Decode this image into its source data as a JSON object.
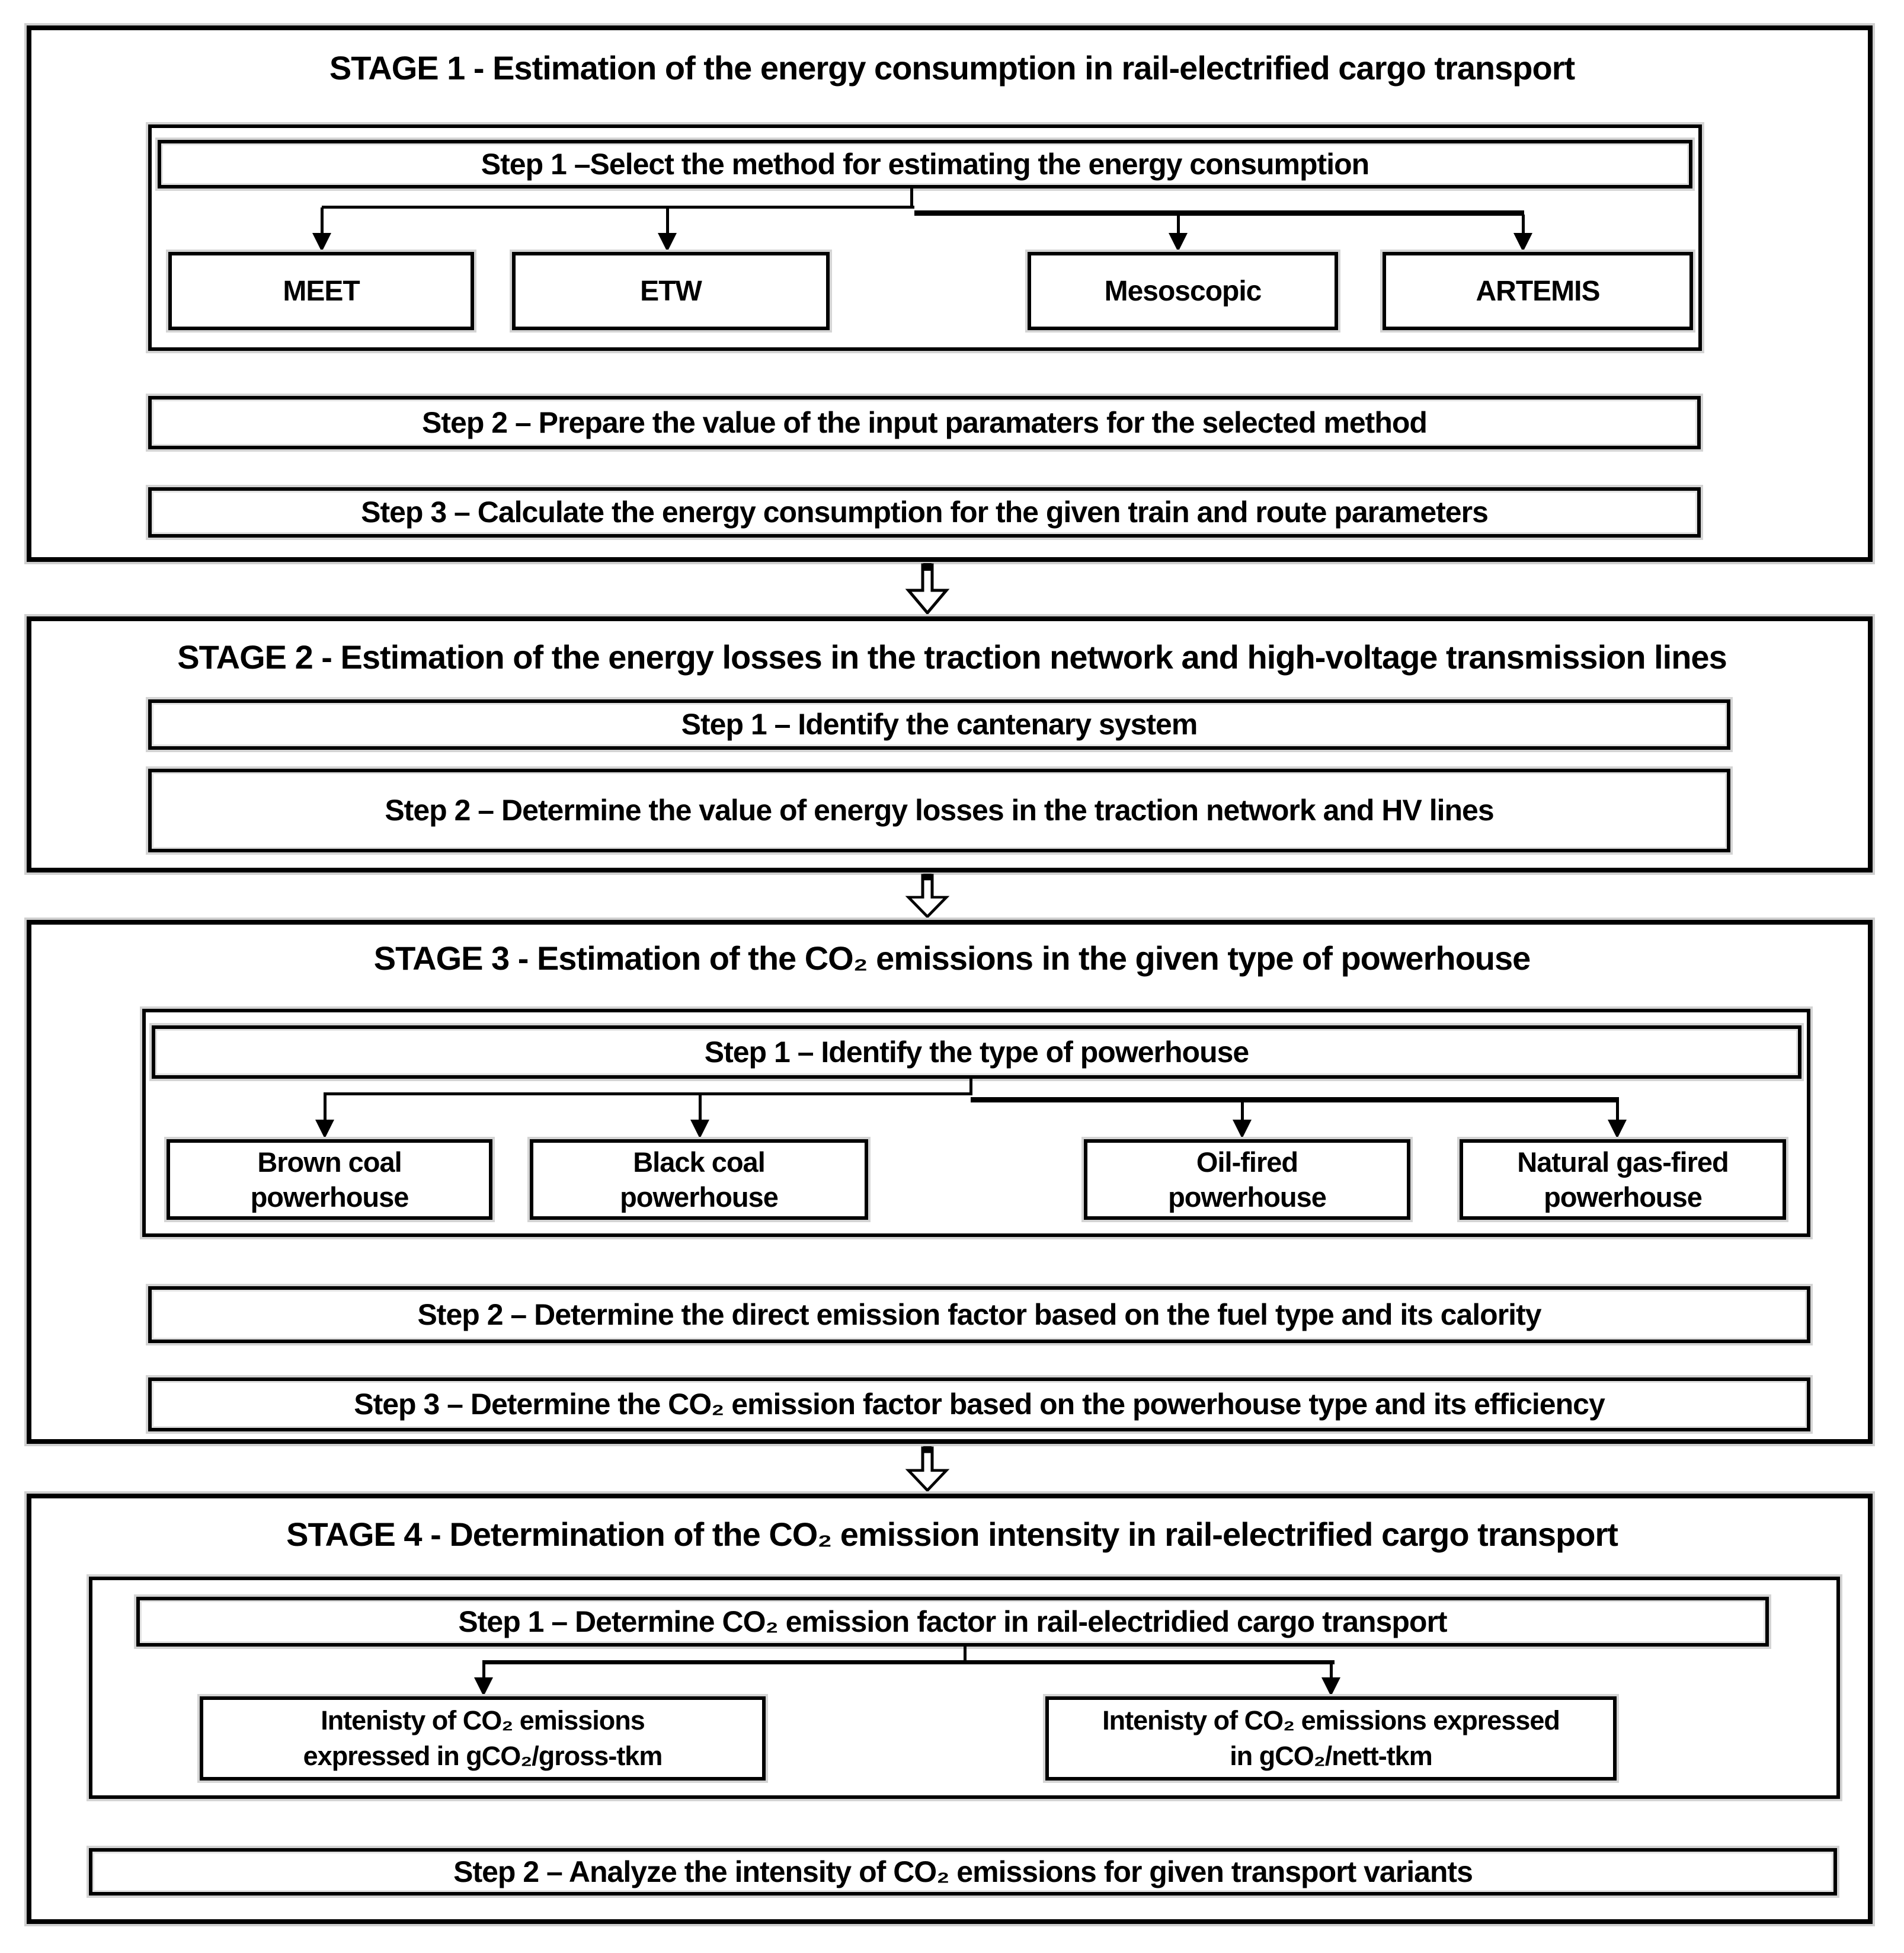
{
  "diagram": {
    "stage1": {
      "title": "STAGE 1 - Estimation of the energy consumption in rail-electrified cargo transport",
      "step1": "Step 1 –Select the method for estimating the energy consumption",
      "methods": [
        "MEET",
        "ETW",
        "Mesoscopic",
        "ARTEMIS"
      ],
      "step2": "Step 2 – Prepare the value of the input paramaters for the selected method",
      "step3": "Step 3 – Calculate the energy consumption for the given train and route parameters"
    },
    "stage2": {
      "title": "STAGE 2 - Estimation of the energy losses in the traction network and high-voltage transmission lines",
      "step1": "Step 1 – Identify the cantenary system",
      "step2": "Step 2 – Determine the value of energy losses in the traction network and HV lines"
    },
    "stage3": {
      "title": "STAGE 3 - Estimation of the CO₂ emissions in the given type of powerhouse",
      "step1": "Step 1 – Identify the type of powerhouse",
      "powerhouses": [
        {
          "line1": "Brown coal",
          "line2": "powerhouse"
        },
        {
          "line1": "Black coal",
          "line2": "powerhouse"
        },
        {
          "line1": "Oil-fired",
          "line2": "powerhouse"
        },
        {
          "line1": "Natural gas-fired",
          "line2": "powerhouse"
        }
      ],
      "step2": "Step 2 – Determine the direct emission factor based on the fuel type and its calority",
      "step3": "Step 3 – Determine the CO₂ emission factor based on the powerhouse type and its efficiency"
    },
    "stage4": {
      "title": "STAGE 4 - Determination of the CO₂ emission intensity in rail-electrified cargo transport",
      "step1": "Step 1 – Determine CO₂ emission factor in rail-electridied cargo transport",
      "outputs": [
        {
          "line1": "Intenisty of CO₂ emissions",
          "line2": "expressed in gCO₂/gross-tkm"
        },
        {
          "line1": "Intenisty of CO₂ emissions expressed",
          "line2": "in gCO₂/nett-tkm"
        }
      ],
      "step2": "Step 2 – Analyze the intensity of CO₂ emissions for given transport variants"
    },
    "colors": {
      "line": "#000000",
      "halo": "#d4d4d4",
      "background": "#ffffff"
    }
  }
}
